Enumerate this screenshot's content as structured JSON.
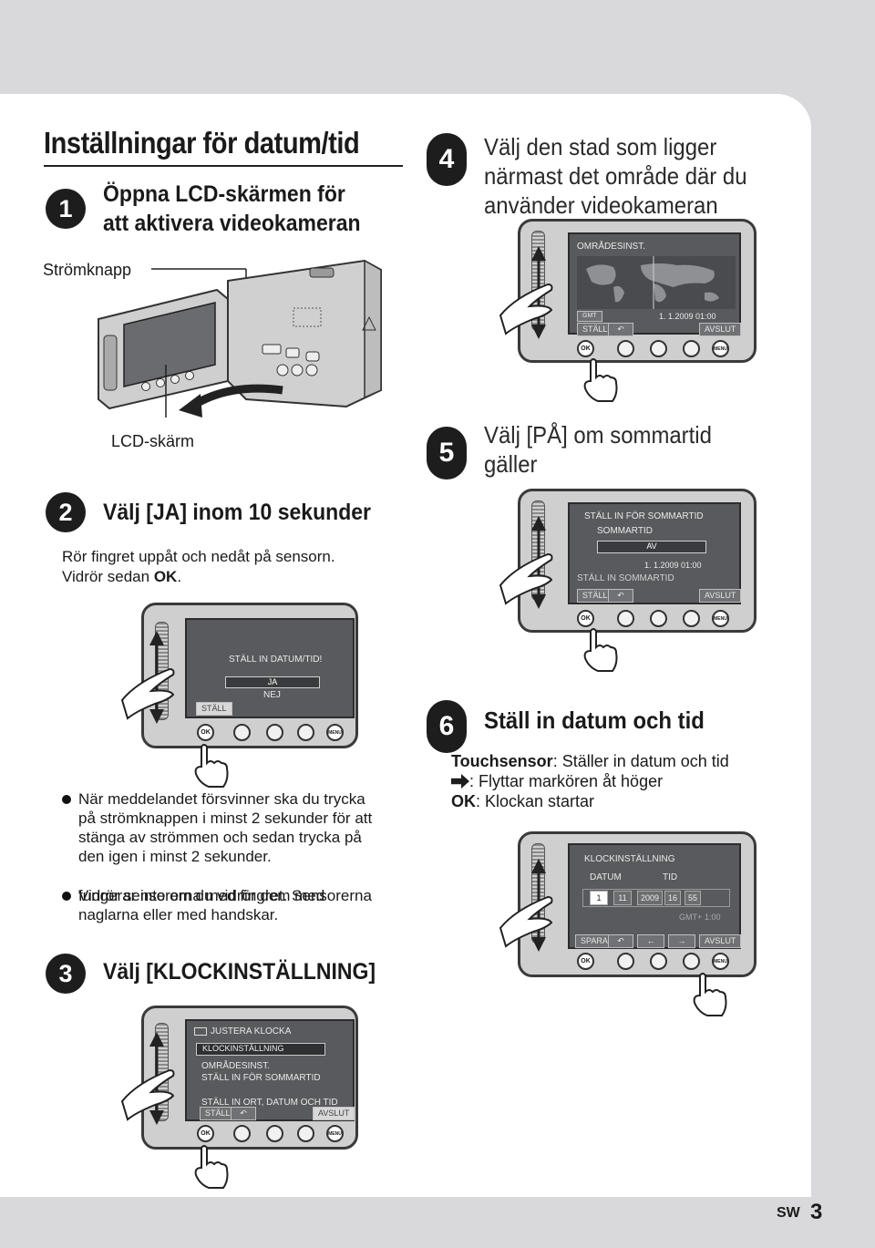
{
  "page_title": "Inställningar för datum/tid",
  "steps": {
    "s1": {
      "number": "1",
      "heading_line1": "Öppna LCD-skärmen för",
      "heading_line2": "att aktivera videokameran"
    },
    "s2": {
      "number": "2",
      "heading": "Välj [JA] inom 10 sekunder",
      "text_line1": "Rör fingret uppåt och nedåt på sensorn.",
      "text_line2_prefix": "Vidrör sedan ",
      "text_line2_ok": "OK",
      "text_line2_suffix": "."
    },
    "s3": {
      "number": "3",
      "heading": "Välj [KLOCKINSTÄLLNING]"
    },
    "s4": {
      "number": "4",
      "heading_line1": "Välj den stad som ligger",
      "heading_line2": "närmast det område där du",
      "heading_line3": "använder videokameran"
    },
    "s5": {
      "number": "5",
      "heading_line1": "Välj [PÅ] om sommartid",
      "heading_line2": "gäller"
    },
    "s6": {
      "number": "6",
      "heading": "Ställ in datum och tid"
    }
  },
  "labels": {
    "power_button": "Strömknapp",
    "lcd_screen": "LCD-skärm"
  },
  "notes": {
    "n1_l1": "När meddelandet försvinner ska du trycka",
    "n1_l2": "på strömknappen i minst 2 sekunder för att",
    "n1_l3": "stänga av strömmen och sedan trycka på",
    "n1_l4": "den igen i minst 2 sekunder.",
    "n2_l1": "Vidrör sensorerna med fingret. Sensorerna",
    "n2_l2": "fungerar inte om du vidrör dem med",
    "n2_l3": "naglarna eller med handskar."
  },
  "step6_text": {
    "l1_bold": "Touchsensor",
    "l1_rest": ": Ställer in datum och tid",
    "l2_rest": ": Flyttar markören åt höger",
    "l3_bold": "OK",
    "l3_rest": ": Klockan startar"
  },
  "screens": {
    "common": {
      "ok": "OK",
      "menu": "MENU",
      "stall": "STÄLL",
      "avslut": "AVSLUT"
    },
    "datetime_prompt": {
      "title": "STÄLL IN DATUM/TID!",
      "yes": "JA",
      "no": "NEJ",
      "stall": "STÄLL"
    },
    "menu": {
      "header": "JUSTERA KLOCKA",
      "item1": "KLOCKINSTÄLLNING",
      "item2": "OMRÅDESINST.",
      "item3": "STÄLL IN FÖR SOMMARTID",
      "footer": "STÄLL IN ORT, DATUM OCH TID"
    },
    "area": {
      "title": "OMRÅDESINST.",
      "gmt": "GMT",
      "date": "1. 1.2009  01:00"
    },
    "dst": {
      "title": "STÄLL IN FÖR SOMMARTID",
      "sub": "SOMMARTID",
      "value": "AV",
      "date": "1. 1.2009  01:00",
      "footer": "STÄLL IN SOMMARTID"
    },
    "clock": {
      "title": "KLOCKINSTÄLLNING",
      "datum": "DATUM",
      "tid": "TID",
      "day": "1",
      "month": "11",
      "year": "2009",
      "hour": "16",
      "minute": "55",
      "gmt": "GMT+",
      "gmt_val": "1:00",
      "spara": "SPARA"
    }
  },
  "footer": {
    "lang": "SW",
    "page": "3"
  }
}
